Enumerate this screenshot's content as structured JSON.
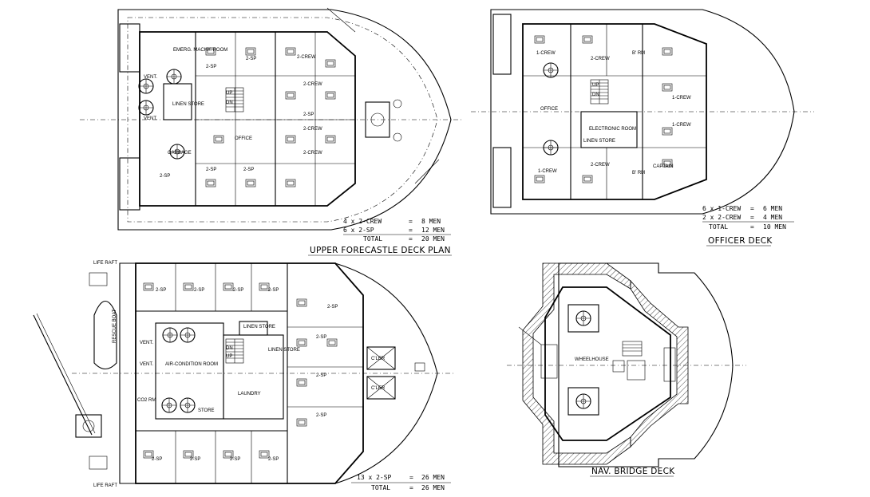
{
  "decks": {
    "upper_forecastle": {
      "title": "UPPER FORECASTLE DECK PLAN",
      "rooms": [
        "EMERG. MACHY. ROOM",
        "LINEN STORE",
        "OFFICE",
        "GARBAGE",
        "VENT.",
        "VENT.",
        "2-SP",
        "2-SP",
        "2-SP",
        "2-SP",
        "2-SP",
        "2-SP",
        "2-CREW",
        "2-CREW",
        "2-CREW",
        "2-CREW",
        "UP",
        "DN"
      ],
      "schedule": [
        {
          "count": "4 x 2-CREW",
          "eq": "=",
          "men": "8 MEN"
        },
        {
          "count": "6 x 2-SP",
          "eq": "=",
          "men": "12 MEN"
        },
        {
          "count": "TOTAL",
          "eq": "=",
          "men": "20 MEN"
        }
      ]
    },
    "officer": {
      "title": "OFFICER DECK",
      "rooms": [
        "1-CREW",
        "1-CREW",
        "1-CREW",
        "1-CREW",
        "2-CREW",
        "2-CREW",
        "B' RM",
        "B' RM",
        "OFFICE",
        "ELECTRONIC ROOM",
        "CAPTAIN",
        "LINEN STORE",
        "UP",
        "DN"
      ],
      "schedule": [
        {
          "count": "6 x 1-CREW",
          "eq": "=",
          "men": "6 MEN"
        },
        {
          "count": "2 x 2-CREW",
          "eq": "=",
          "men": "4 MEN"
        },
        {
          "count": "TOTAL",
          "eq": "=",
          "men": "10 MEN"
        }
      ]
    },
    "lower": {
      "rooms": [
        "AIR-CONDITION ROOM",
        "LAUNDRY",
        "LINEN STORE",
        "LINEN STORE",
        "CO2 RM",
        "STORE",
        "VENT.",
        "VENT.",
        "C'LER",
        "C'LER",
        "LIFE RAFT",
        "LIFE RAFT",
        "RESCUE BOAT",
        "2-SP",
        "2-SP",
        "2-SP",
        "2-SP",
        "2-SP",
        "2-SP",
        "2-SP",
        "2-SP",
        "2-SP",
        "2-SP",
        "2-SP",
        "2-SP",
        "UP",
        "DN"
      ],
      "schedule": [
        {
          "count": "13 x 2-SP",
          "eq": "=",
          "men": "26 MEN"
        },
        {
          "count": "TOTAL",
          "eq": "=",
          "men": "26 MEN"
        }
      ]
    },
    "nav_bridge": {
      "title": "NAV. BRIDGE DECK",
      "rooms": [
        "WHEELHOUSE"
      ]
    }
  }
}
